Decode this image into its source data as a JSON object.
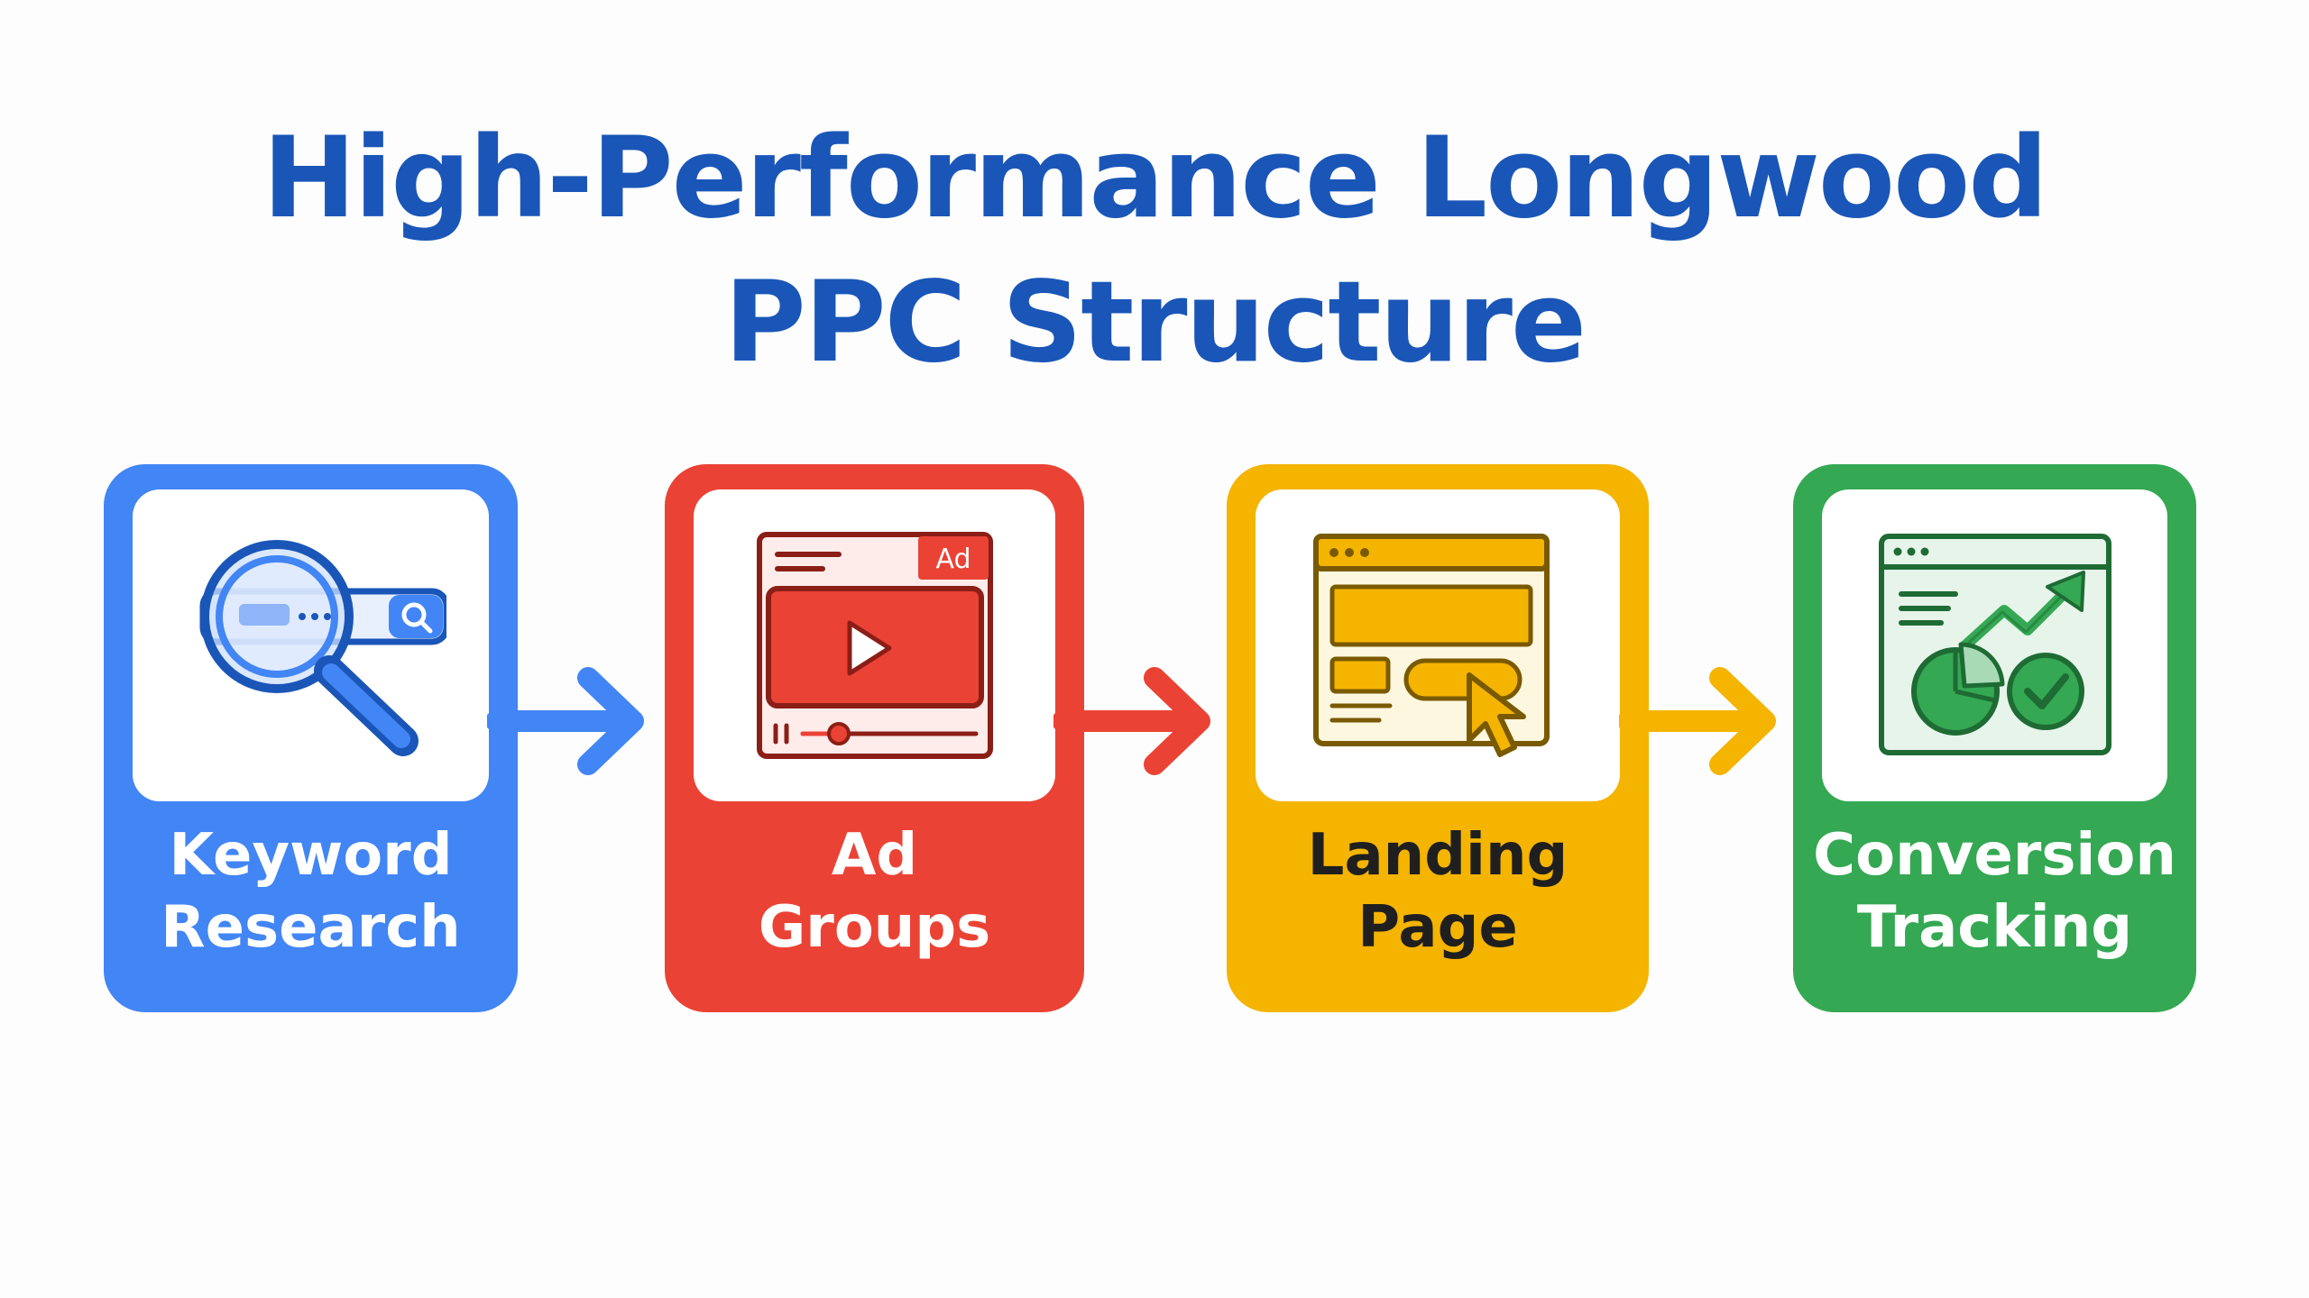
{
  "title": {
    "line1": "High-Performance Longwood",
    "line2": "PPC Structure"
  },
  "steps": [
    {
      "line1": "Keyword",
      "line2": "Research",
      "icon": "search-icon",
      "color": "#4285f4",
      "text_color": "#ffffff"
    },
    {
      "line1": "Ad",
      "line2": "Groups",
      "icon": "video-ad-icon",
      "color": "#ea4335",
      "text_color": "#ffffff",
      "badge": "Ad"
    },
    {
      "line1": "Landing",
      "line2": "Page",
      "icon": "landing-page-icon",
      "color": "#f4b400",
      "text_color": "#1f1f1f"
    },
    {
      "line1": "Conversion",
      "line2": "Tracking",
      "icon": "analytics-icon",
      "color": "#34a853",
      "text_color": "#ffffff"
    }
  ],
  "colors": {
    "title": "#1a56b8",
    "background": "#fdfdfd"
  }
}
